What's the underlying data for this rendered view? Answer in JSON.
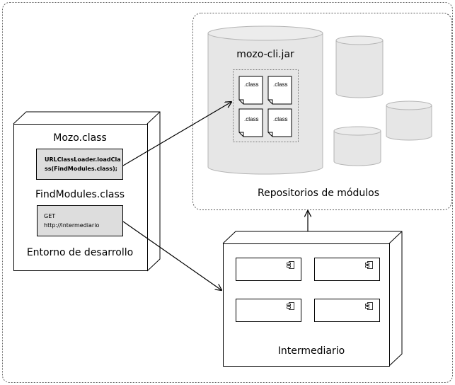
{
  "dev_env": {
    "mozo_title": "Mozo.class",
    "mozo_code_line1": "URLClassLoader.loadCla",
    "mozo_code_line2": "ss(FindModules.class);",
    "findmodules_title": "FindModules.class",
    "get_line1": "GET",
    "get_line2": "http://intermediario",
    "label": "Entorno de desarrollo"
  },
  "repositories": {
    "jar_title": "mozo-cli.jar",
    "class_files": [
      ".class",
      ".class",
      ".class",
      ".class"
    ],
    "label": "Repositorios de módulos"
  },
  "broker": {
    "label": "Intermediario",
    "component_count": 4
  },
  "colors": {
    "line": "#000000",
    "dashed_border": "#666666",
    "cylinder_fill": "#e6e6e6",
    "cylinder_stroke": "#aaaaaa",
    "code_box_fill": "#dddddd"
  }
}
